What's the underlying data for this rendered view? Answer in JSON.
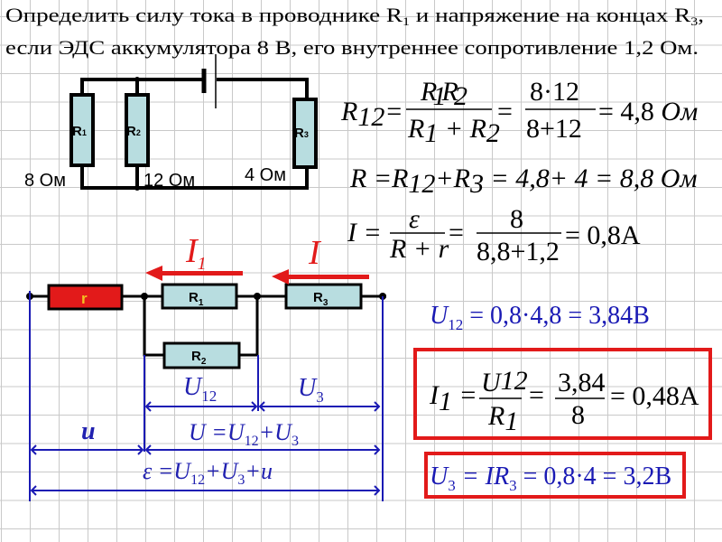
{
  "title": {
    "line1_a": "Определить силу тока в проводнике R",
    "line1_sub1": "1",
    "line1_b": " и напряжение на концах R",
    "line1_sub2": "3",
    "line1_c": ",",
    "line2": "если ЭДС аккумулятора 8 В, его внутреннее сопротивление 1,2 Ом."
  },
  "top_circuit": {
    "r1": {
      "label": "R",
      "sub": "1",
      "value": "8 Ом"
    },
    "r2": {
      "label": "R",
      "sub": "2",
      "value": "12 Ом"
    },
    "r3": {
      "label": "R",
      "sub": "3",
      "value": "4 Ом"
    }
  },
  "formulas": {
    "r12": {
      "lhs": "R",
      "lhs_sub": "12",
      "eq": "=",
      "num1": "R",
      "num1_sub": "1",
      "num2": "R",
      "num2_sub": "2",
      "den1": "R",
      "den1_sub": "1",
      "den_plus": " + ",
      "den2": "R",
      "den2_sub": "2",
      "num_b": "8·12",
      "den_b": "8+12",
      "result": "= 4,8 ",
      "unit": "Ом"
    },
    "r_total": {
      "a": "R =R",
      "sub12": "12",
      "b": "+R",
      "sub3": "3",
      "c": " = 4,8+ 4 ",
      "d": "= 8,8 ",
      "unit": "Ом"
    },
    "current": {
      "lhs": "I =",
      "num": "ε",
      "den": "R + r",
      "eq": "=",
      "num_b": "8",
      "den_b": "8,8+1,2",
      "result": "= 0,8A"
    }
  },
  "bottom_circuit": {
    "r_label": "r",
    "r1": {
      "label": "R",
      "sub": "1"
    },
    "r2": {
      "label": "R",
      "sub": "2"
    },
    "r3": {
      "label": "R",
      "sub": "3"
    },
    "arrow_i1": {
      "label": "I",
      "sub": "1"
    },
    "arrow_i": {
      "label": "I"
    },
    "u12": {
      "label": "U",
      "sub": "12"
    },
    "u3": {
      "label": "U",
      "sub": "3"
    },
    "u_small": "u",
    "u_sum": {
      "a": "U =U",
      "sub12": "12",
      "b": "+U",
      "sub3": "3"
    },
    "emf_sum": {
      "a": "ε =U",
      "sub12": "12",
      "b": "+U",
      "sub3": "3",
      "c": "+u"
    }
  },
  "results": {
    "u12": {
      "a": "U",
      "sub": "12",
      "b": " = 0,8·4,8 = 3,84B"
    },
    "i1": {
      "a": "I",
      "sub": "1",
      "eq": " =",
      "num": "U",
      "num_sub": "12",
      "den": "R",
      "den_sub": "1",
      "num_b": "3,84",
      "den_b": "8",
      "result": "= 0,48A"
    },
    "u3": {
      "a": "U",
      "sub": "3",
      "b": " = IR",
      "sub2": "3",
      "c": " = 0,8·4 = 3,2B"
    }
  },
  "colors": {
    "red": "#e21a1a",
    "blue": "#1a1ab4",
    "resistor_fill": "#b8dde0"
  }
}
